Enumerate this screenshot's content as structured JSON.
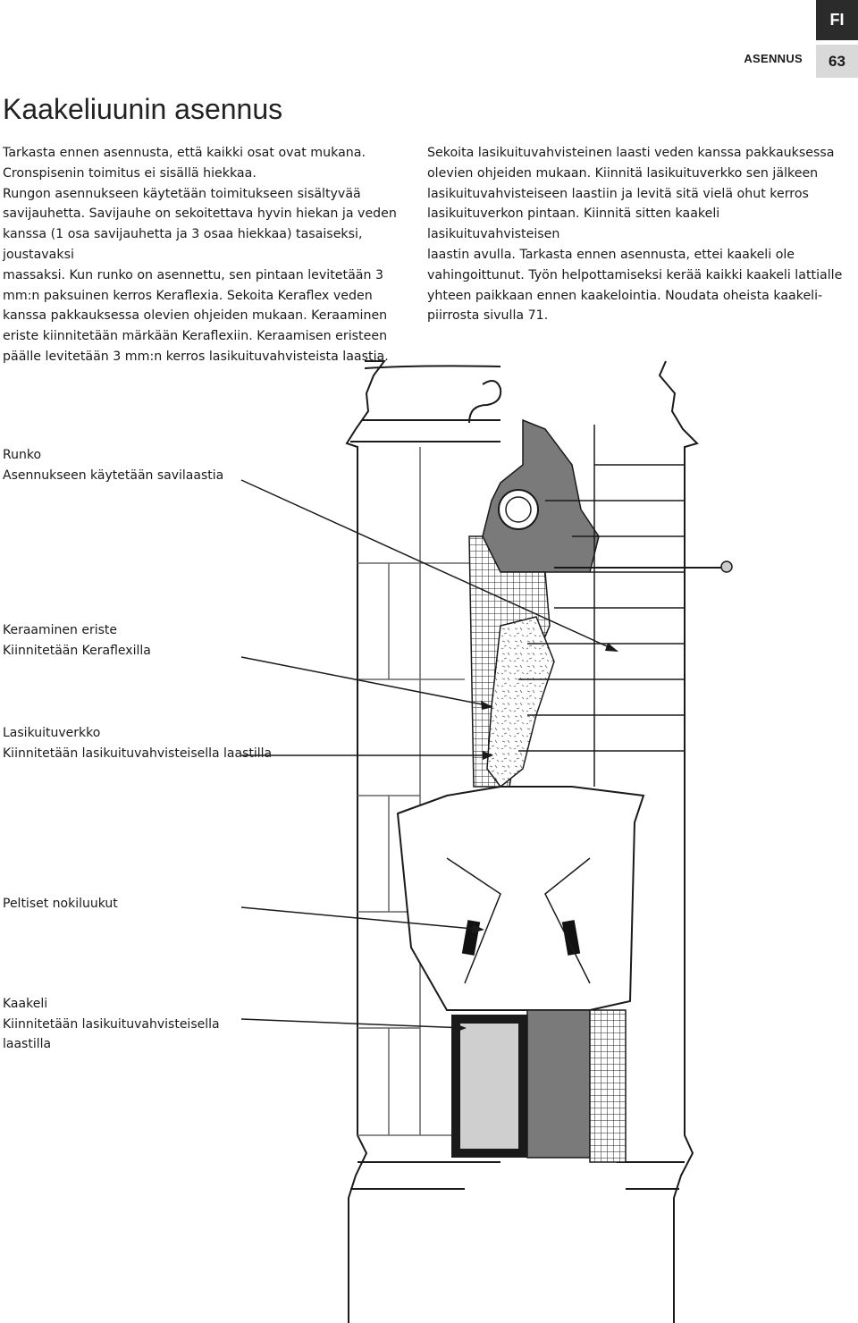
{
  "header": {
    "lang": "FI",
    "section": "ASENNUS",
    "page_number": "63"
  },
  "title": "Kaakeliuunin asennus",
  "left_text": "Tarkasta ennen asennusta, että kaikki osat ovat mukana.\nCronspisenin toimitus ei sisällä hiekkaa.\nRungon asennukseen käytetään toimitukseen sisältyvää\nsavijauhetta. Savijauhe on sekoitettava hyvin hiekan ja veden\nkanssa (1 osa savijauhetta ja 3 osaa hiekkaa) tasaiseksi, joustavaksi\nmassaksi. Kun runko on asennettu, sen pintaan levitetään 3\nmm:n paksuinen kerros Keraflexia. Sekoita Keraflex veden\nkanssa pakkauksessa olevien ohjeiden mukaan. Keraaminen\neriste kiinnitetään märkään Keraflexiin. Keraamisen eristeen\npäälle levitetään 3 mm:n kerros lasikuituvahvisteista laastia.",
  "right_text": "Sekoita lasikuituvahvisteinen laasti veden kanssa pakkauksessa\nolevien ohjeiden mukaan. Kiinnitä lasikuituverkko sen jälkeen\nlasikuituvahvisteiseen laastiin ja levitä sitä vielä ohut kerros\nlasikuituverkon pintaan. Kiinnitä sitten kaakeli lasikuituvahvisteisen\nlaastin avulla. Tarkasta ennen asennusta, ettei kaakeli ole\nvahingoittunut. Työn helpottamiseksi kerää kaikki kaakeli lattialle\nyhteen paikkaan ennen kaakelointia. Noudata oheista kaakeli-\npiirrosta sivulla 71.",
  "labels": [
    {
      "line1": "Runko",
      "line2": "Asennukseen käytetään savilaastia",
      "line3": ""
    },
    {
      "line1": "Keraaminen eriste",
      "line2": "Kiinnitetään Keraflexilla",
      "line3": ""
    },
    {
      "line1": "Lasikuituverkko",
      "line2": "Kiinnitetään lasikuituvahvisteisella laastilla",
      "line3": ""
    },
    {
      "line1": "Peltiset nokiluukut",
      "line2": "",
      "line3": ""
    },
    {
      "line1": "Kaakeli",
      "line2": "Kiinnitetään lasikuituvahvisteisella",
      "line3": "laastilla"
    }
  ]
}
